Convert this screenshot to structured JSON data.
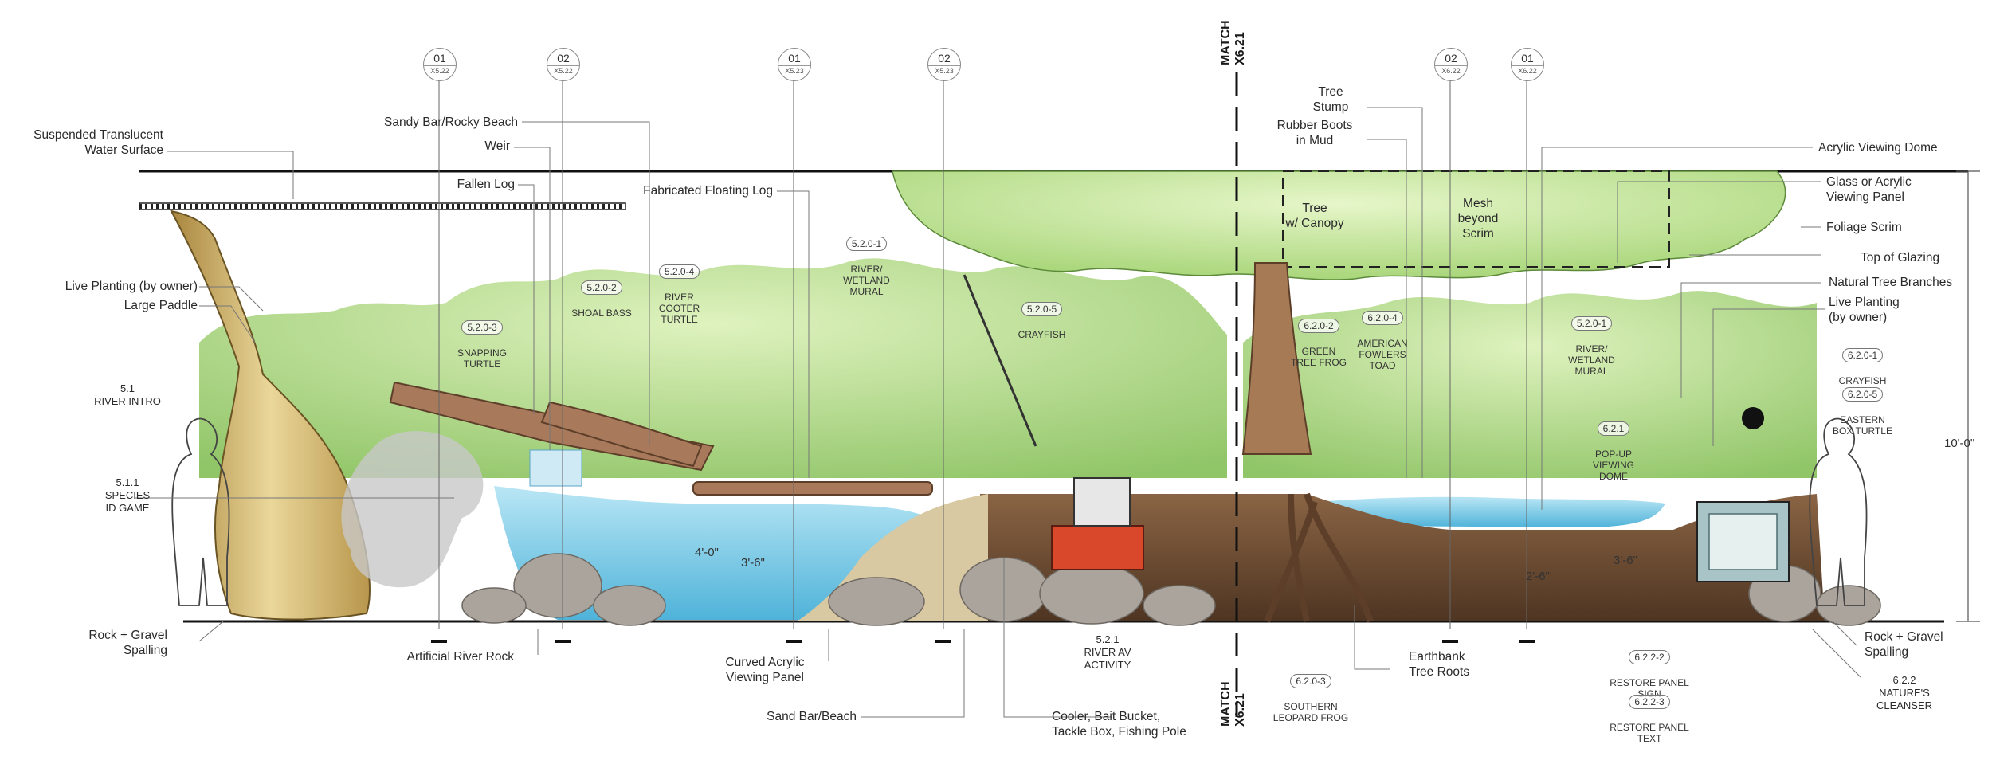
{
  "labels_left": {
    "suspended_water": "Suspended Translucent\nWater Surface",
    "live_planting": "Live Planting (by owner)",
    "large_paddle": "Large Paddle",
    "river_intro": "5.1\nRIVER INTRO",
    "species_game": "5.1.1\nSPECIES\nID GAME",
    "rock_gravel_left": "Rock + Gravel\nSpalling"
  },
  "labels_top": {
    "sandy_bar": "Sandy Bar/Rocky Beach",
    "weir": "Weir",
    "fallen_log": "Fallen Log",
    "floating_log": "Fabricated Floating Log",
    "tree_stump": "Tree\nStump",
    "rubber_boots": "Rubber Boots\nin Mud",
    "tree_canopy": "Tree\nw/ Canopy",
    "mesh": "Mesh\nbeyond\nScrim"
  },
  "labels_right": {
    "acrylic_dome": "Acrylic Viewing Dome",
    "glass_panel": "Glass or Acrylic\nViewing Panel",
    "foliage_scrim": "Foliage Scrim",
    "top_glazing": "Top of Glazing",
    "tree_branches": "Natural Tree Branches",
    "live_planting_r": "Live Planting\n(by owner)",
    "rock_gravel_right": "Rock + Gravel\nSpalling",
    "natures_cleanser": "6.2.2\nNATURE'S\nCLEANSER"
  },
  "labels_bottom": {
    "river_rock": "Artificial River Rock",
    "curved_panel": "Curved Acrylic\nViewing Panel",
    "sand_bar": "Sand Bar/Beach",
    "cooler": "Cooler, Bait Bucket,\nTackle Box, Fishing Pole",
    "river_av": "5.2.1\nRIVER AV\nACTIVITY",
    "earthbank": "Earthbank\nTree Roots"
  },
  "tags": {
    "snapping_turtle": {
      "code": "5.2.0-3",
      "name": "SNAPPING\nTURTLE"
    },
    "shoal_bass": {
      "code": "5.2.0-2",
      "name": "SHOAL BASS"
    },
    "river_cooter": {
      "code": "5.2.0-4",
      "name": "RIVER\nCOOTER\nTURTLE"
    },
    "river_mural_left": {
      "code": "5.2.0-1",
      "name": "RIVER/\nWETLAND\nMURAL"
    },
    "crayfish_left": {
      "code": "5.2.0-5",
      "name": "CRAYFISH"
    },
    "green_tree_frog": {
      "code": "6.2.0-2",
      "name": "GREEN\nTREE FROG"
    },
    "fowlers_toad": {
      "code": "6.2.0-4",
      "name": "AMERICAN\nFOWLERS\nTOAD"
    },
    "river_mural_right": {
      "code": "5.2.0-1",
      "name": "RIVER/\nWETLAND\nMURAL"
    },
    "crayfish_right": {
      "code": "6.2.0-1",
      "name": "CRAYFISH"
    },
    "box_turtle": {
      "code": "6.2.0-5",
      "name": "EASTERN\nBOX TURTLE"
    },
    "popup_dome": {
      "code": "6.2.1",
      "name": "POP-UP\nVIEWING\nDOME"
    },
    "leopard_frog": {
      "code": "6.2.0-3",
      "name": "SOUTHERN\nLEOPARD FROG"
    },
    "restore_sign": {
      "code": "6.2.2-2",
      "name": "RESTORE PANEL\nSIGN"
    },
    "restore_text": {
      "code": "6.2.2-3",
      "name": "RESTORE PANEL\nTEXT"
    }
  },
  "bubbles": [
    {
      "num": "01",
      "ref": "X5.22"
    },
    {
      "num": "02",
      "ref": "X5.22"
    },
    {
      "num": "01",
      "ref": "X5.23"
    },
    {
      "num": "02",
      "ref": "X5.23"
    },
    {
      "num": "02",
      "ref": "X6.22"
    },
    {
      "num": "01",
      "ref": "X6.22"
    }
  ],
  "match": {
    "word": "MATCH",
    "sheet": "X6.21"
  },
  "dimensions": {
    "overall_height": "10'-0\"",
    "depth_a": "4'-0\"",
    "depth_b": "3'-6\"",
    "depth_c": "2'-6\"",
    "depth_d": "3'-6\""
  },
  "colors": {
    "water": "#8fd3ec",
    "foliage": "#9fcf6a",
    "canopy": "#c6e69a",
    "soil": "#6b4a33",
    "rock": "#a9a39c",
    "cooler": "#d9482b",
    "paddle": "#d8c27a"
  }
}
